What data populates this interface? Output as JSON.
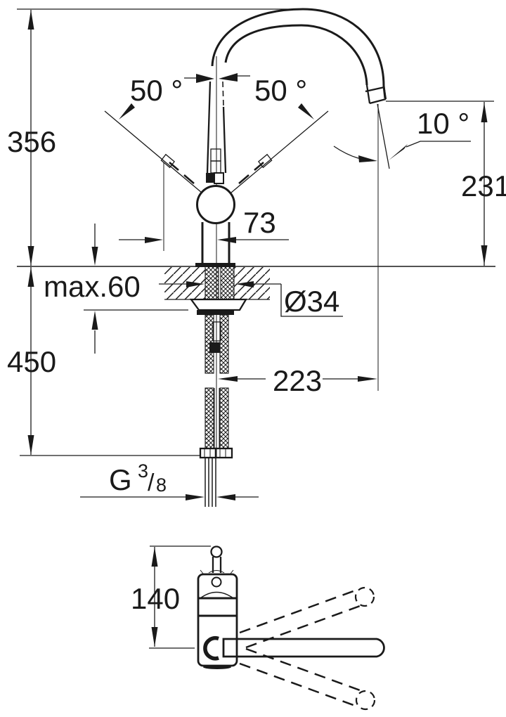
{
  "drawing": {
    "type": "technical-dimension-drawing",
    "subject": "single-lever kitchen faucet installation drawing, front view and top view",
    "line_color": "#1a1a1a",
    "background_color": "#ffffff",
    "front_view": {
      "height_above_deck": "356",
      "depth_below_deck": "450",
      "counter_thickness_max": "max.60",
      "hole_diameter": "Ø34",
      "lever_clearance": "73",
      "outlet_height": "231",
      "spout_reach": "223",
      "lever_swing_left": "50 °",
      "lever_swing_right": "50 °",
      "outlet_angle": "10 °",
      "supply_thread": {
        "prefix": "G",
        "numerator": "3",
        "slash": "/",
        "denominator": "8"
      }
    },
    "top_view": {
      "lever_to_spout_axis": "140"
    }
  }
}
